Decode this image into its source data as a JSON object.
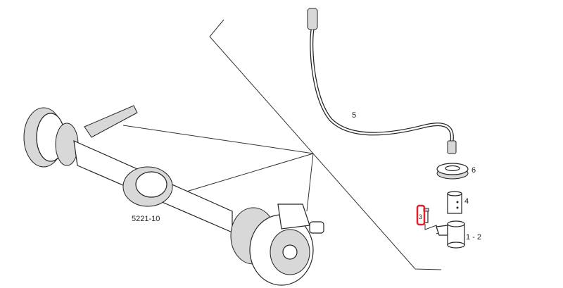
{
  "diagram": {
    "assembly_label": "5221-10",
    "callouts": [
      {
        "id": "hose",
        "label": "5"
      },
      {
        "id": "grommet",
        "label": "6"
      },
      {
        "id": "sleeve",
        "label": "4"
      },
      {
        "id": "bolt",
        "label": "3",
        "highlighted": true
      },
      {
        "id": "clamp",
        "label": "1 - 2"
      }
    ],
    "highlight_color": "#e0202a"
  }
}
